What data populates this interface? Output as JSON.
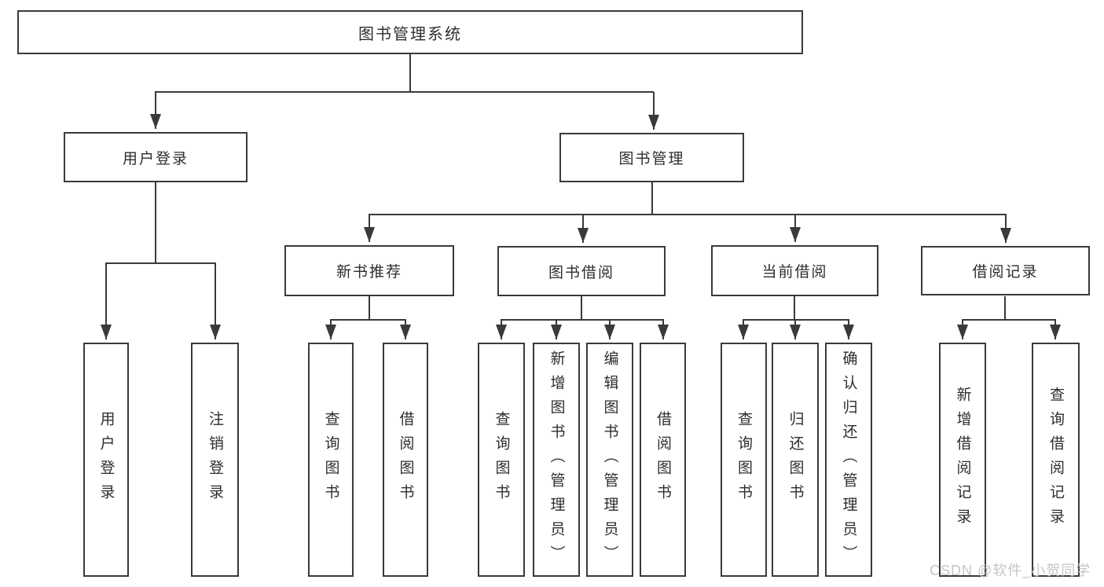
{
  "tree": {
    "root": {
      "label": "图书管理系统",
      "children": [
        {
          "label": "用户登录",
          "children": [
            {
              "label": "用户登录"
            },
            {
              "label": "注销登录"
            }
          ]
        },
        {
          "label": "图书管理",
          "children": [
            {
              "label": "新书推荐",
              "children": [
                {
                  "label": "查询图书"
                },
                {
                  "label": "借阅图书"
                }
              ]
            },
            {
              "label": "图书借阅",
              "children": [
                {
                  "label": "查询图书"
                },
                {
                  "label": "新增图书（管理员）"
                },
                {
                  "label": "编辑图书（管理员）"
                },
                {
                  "label": "借阅图书"
                }
              ]
            },
            {
              "label": "当前借阅",
              "children": [
                {
                  "label": "查询图书"
                },
                {
                  "label": "归还图书"
                },
                {
                  "label": "确认归还（管理员）"
                }
              ]
            },
            {
              "label": "借阅记录",
              "children": [
                {
                  "label": "新增借阅记录"
                },
                {
                  "label": "查询借阅记录"
                }
              ]
            }
          ]
        }
      ]
    }
  },
  "watermark": {
    "text": "CSDN @软件_小贺同学"
  },
  "colors": {
    "line": "#3a3a3a",
    "box_border": "#3a3a3a",
    "text": "#2e2e2e",
    "watermark": "#c6c6c6",
    "background": "#ffffff"
  }
}
